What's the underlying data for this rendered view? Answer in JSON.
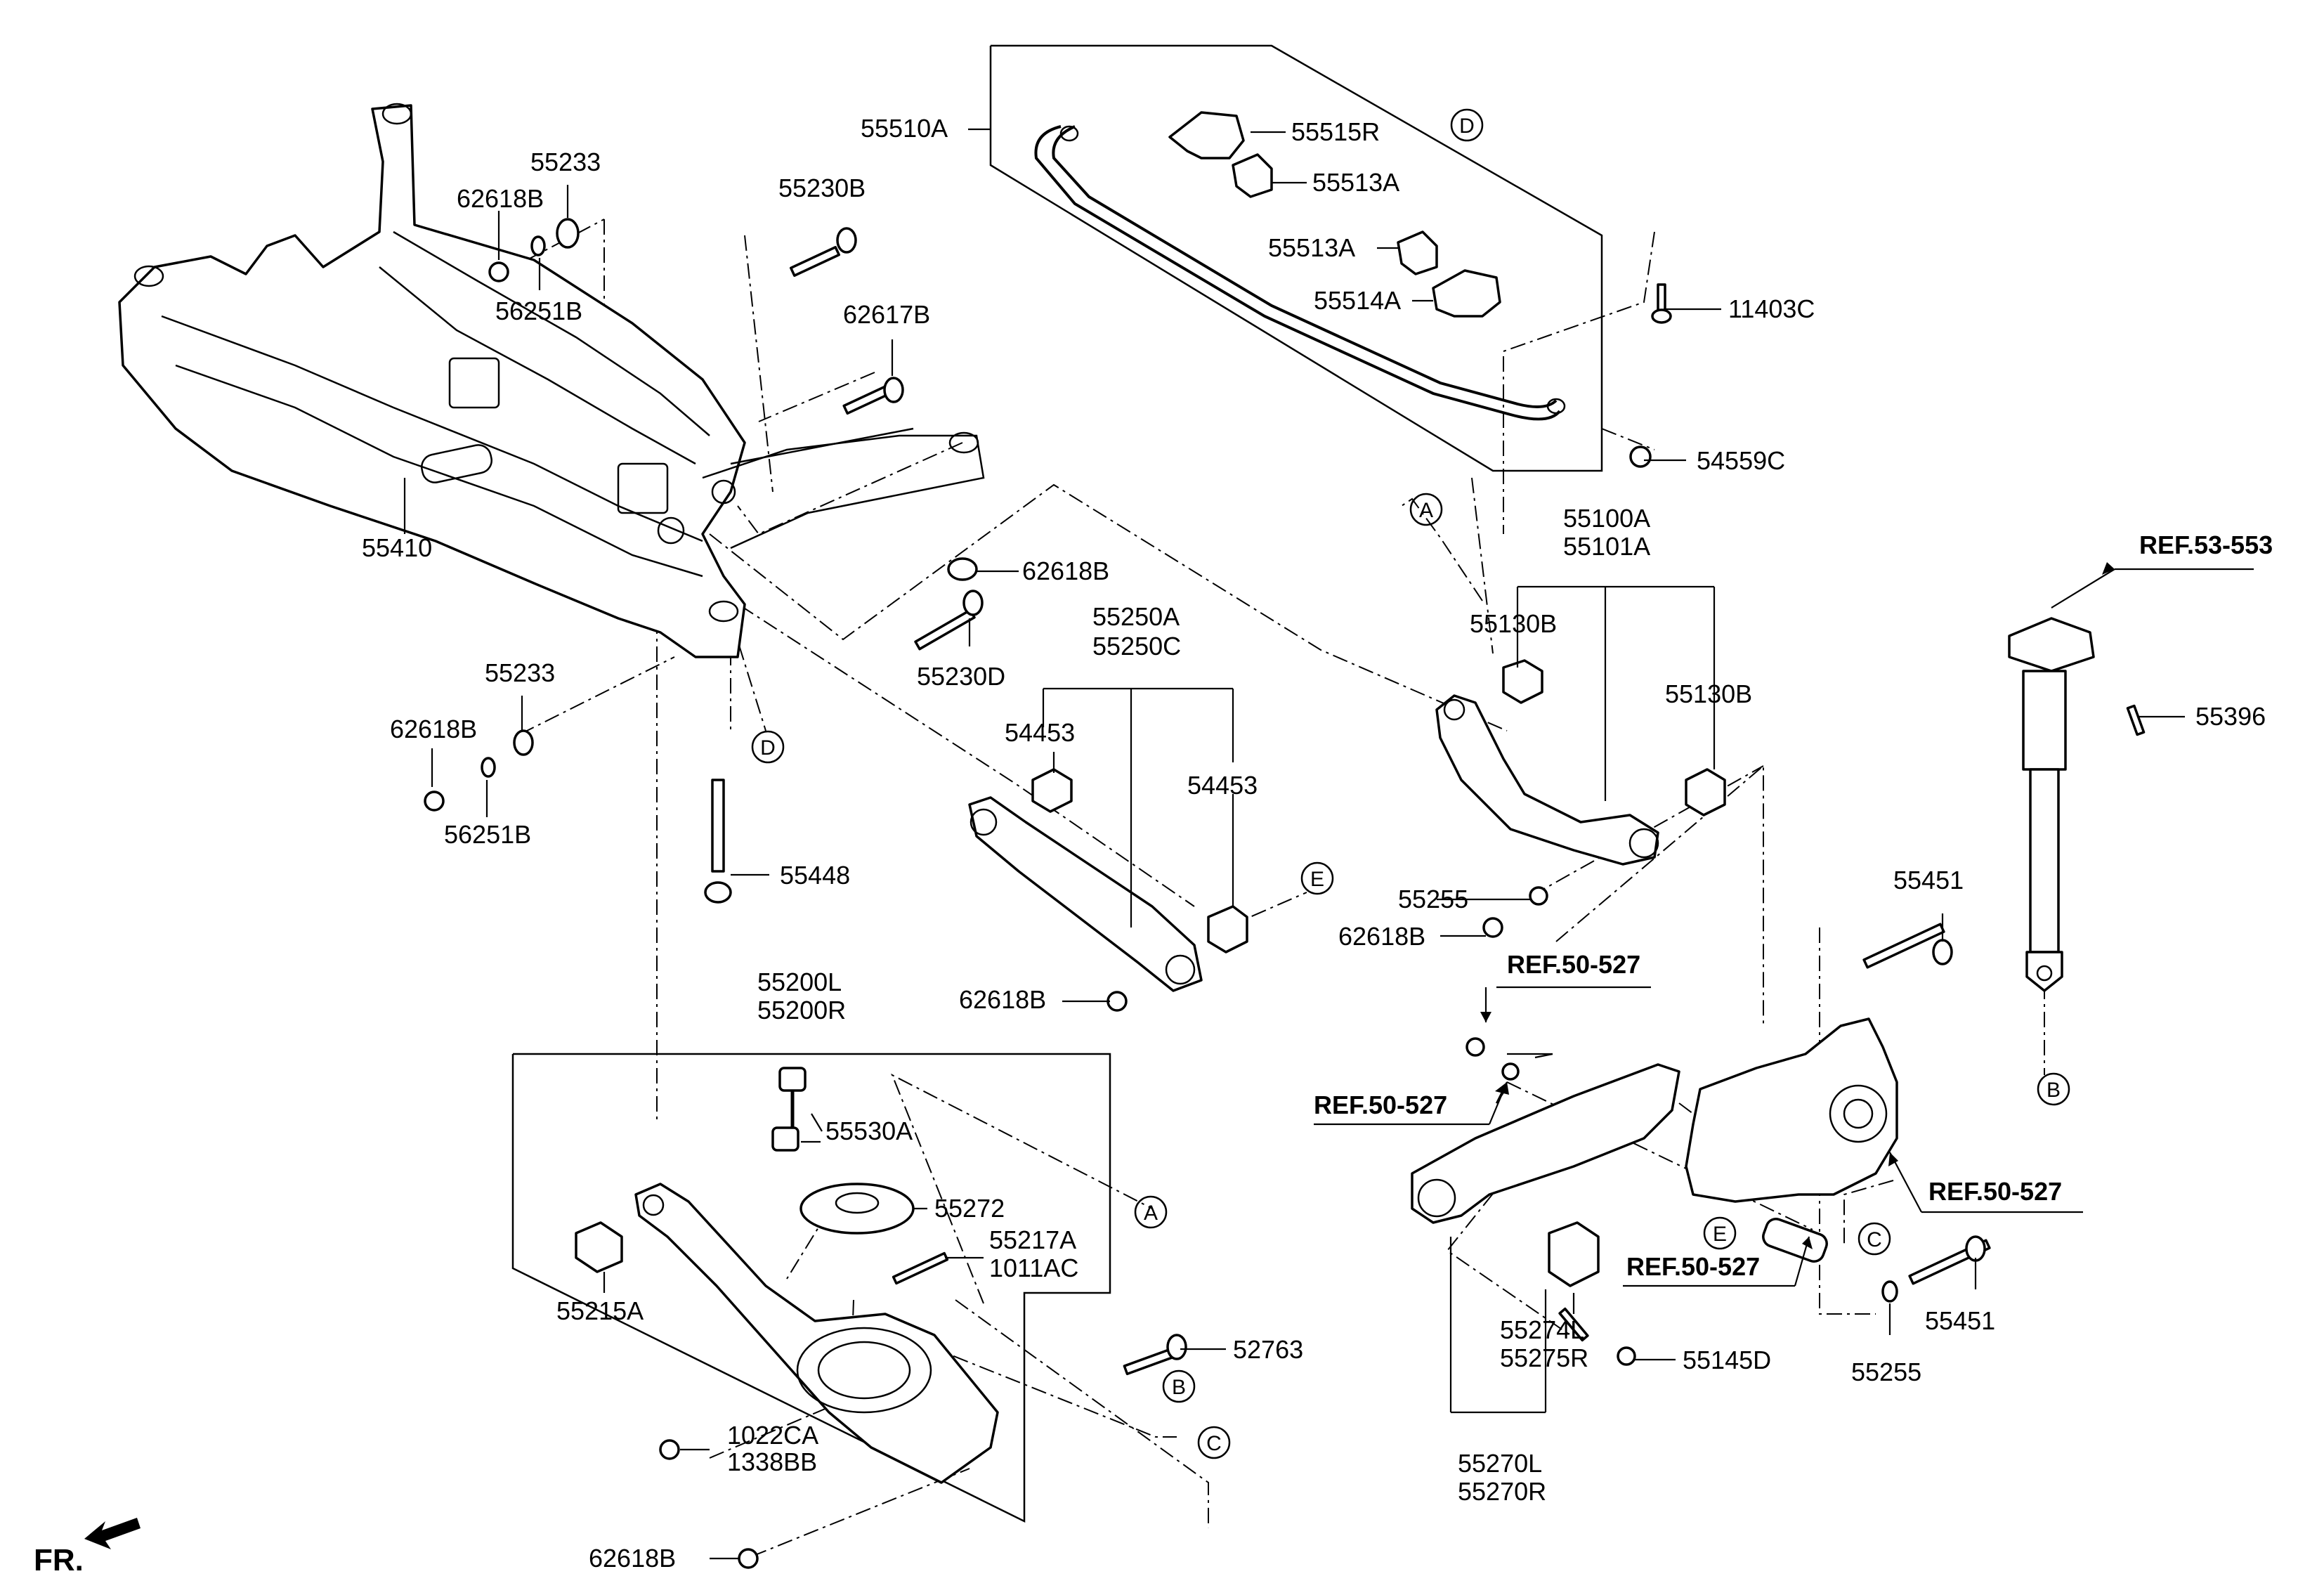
{
  "parts": {
    "p55410": "55410",
    "p55233_a": "55233",
    "p62618B_a": "62618B",
    "p56251B_a": "56251B",
    "p55230B": "55230B",
    "p62617B": "62617B",
    "p62618B_b": "62618B",
    "p55230D": "55230D",
    "p55233_b": "55233",
    "p62618B_c": "62618B",
    "p56251B_b": "56251B",
    "p55448": "55448",
    "p55510A": "55510A",
    "p55515R": "55515R",
    "p55513A_a": "55513A",
    "p55513A_b": "55513A",
    "p55514A": "55514A",
    "p11403C": "11403C",
    "p54559C": "54559C",
    "p55100A": "55100A",
    "p55101A": "55101A",
    "p55130B_a": "55130B",
    "p55130B_b": "55130B",
    "p55250A": "55250A",
    "p55250C": "55250C",
    "p54453_a": "54453",
    "p54453_b": "54453",
    "p62618B_d": "62618B",
    "p55255_a": "55255",
    "p62618B_e": "62618B",
    "p55396": "55396",
    "p55451_a": "55451",
    "p55451_b": "55451",
    "p55255_b": "55255",
    "p55200L": "55200L",
    "p55200R": "55200R",
    "p55530A": "55530A",
    "p55272": "55272",
    "p55217A": "55217A",
    "p1011AC": "1011AC",
    "p55215A": "55215A",
    "p52763": "52763",
    "p1022CA": "1022CA",
    "p1338BB": "1338BB",
    "p62618B_f": "62618B",
    "p55274L": "55274L",
    "p55275R": "55275R",
    "p55145D": "55145D",
    "p55270L": "55270L",
    "p55270R": "55270R"
  },
  "refs": {
    "ref53_553": "REF.53-553",
    "ref50_527_a": "REF.50-527",
    "ref50_527_b": "REF.50-527",
    "ref50_527_c": "REF.50-527",
    "ref50_527_d": "REF.50-527"
  },
  "callouts": {
    "A": "A",
    "B": "B",
    "C": "C",
    "D": "D",
    "E": "E"
  },
  "direction": {
    "fr": "FR."
  }
}
